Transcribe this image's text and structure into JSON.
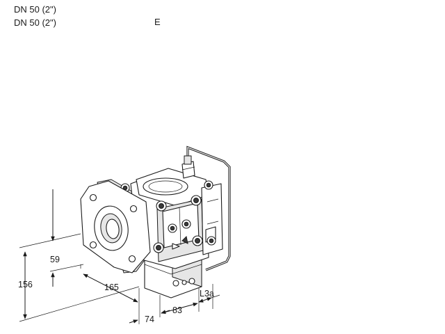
{
  "header": {
    "line1": "DN 50 (2\")",
    "line2": "DN 50 (2\")",
    "variant_letter": "E"
  },
  "dimensions": {
    "height_total": "156",
    "flange_center_height": "59",
    "flange_depth": "165",
    "width_body": "74",
    "depth_body": "83",
    "connection_offset": "L3a"
  }
}
